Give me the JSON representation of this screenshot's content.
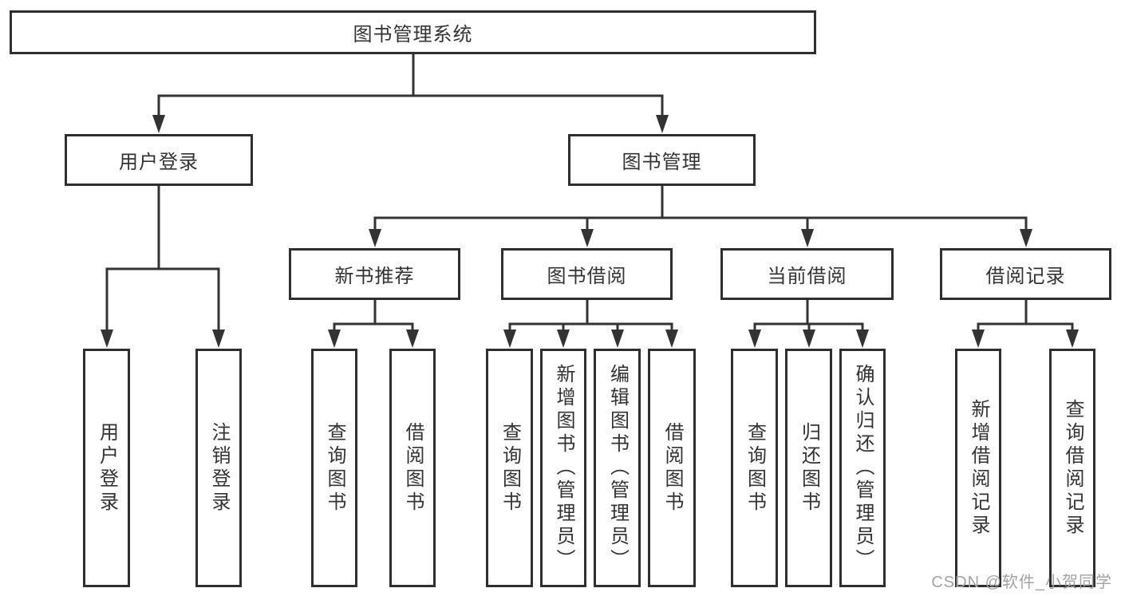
{
  "diagram": {
    "type": "tree",
    "orientation": "top-down",
    "tree": {
      "label": "图书管理系统",
      "children": [
        {
          "label": "用户登录",
          "children": [
            {
              "label": "用户登录"
            },
            {
              "label": "注销登录"
            }
          ]
        },
        {
          "label": "图书管理",
          "children": [
            {
              "label": "新书推荐",
              "children": [
                {
                  "label": "查询图书"
                },
                {
                  "label": "借阅图书"
                }
              ]
            },
            {
              "label": "图书借阅",
              "children": [
                {
                  "label": "查询图书"
                },
                {
                  "label": "新增图书（管理员）"
                },
                {
                  "label": "编辑图书（管理员）"
                },
                {
                  "label": "借阅图书"
                }
              ]
            },
            {
              "label": "当前借阅",
              "children": [
                {
                  "label": "查询图书"
                },
                {
                  "label": "归还图书"
                },
                {
                  "label": "确认归还（管理员）"
                }
              ]
            },
            {
              "label": "借阅记录",
              "children": [
                {
                  "label": "新增借阅记录"
                },
                {
                  "label": "查询借阅记录"
                }
              ]
            }
          ]
        }
      ]
    },
    "colors": {
      "line": "#333333",
      "box_border": "#2f2f2f",
      "box_fill": "#ffffff",
      "text": "#333333",
      "watermark": "#a3a3a3",
      "background": "#ffffff"
    }
  },
  "watermark": {
    "text": "CSDN @软件_小贺同学"
  }
}
